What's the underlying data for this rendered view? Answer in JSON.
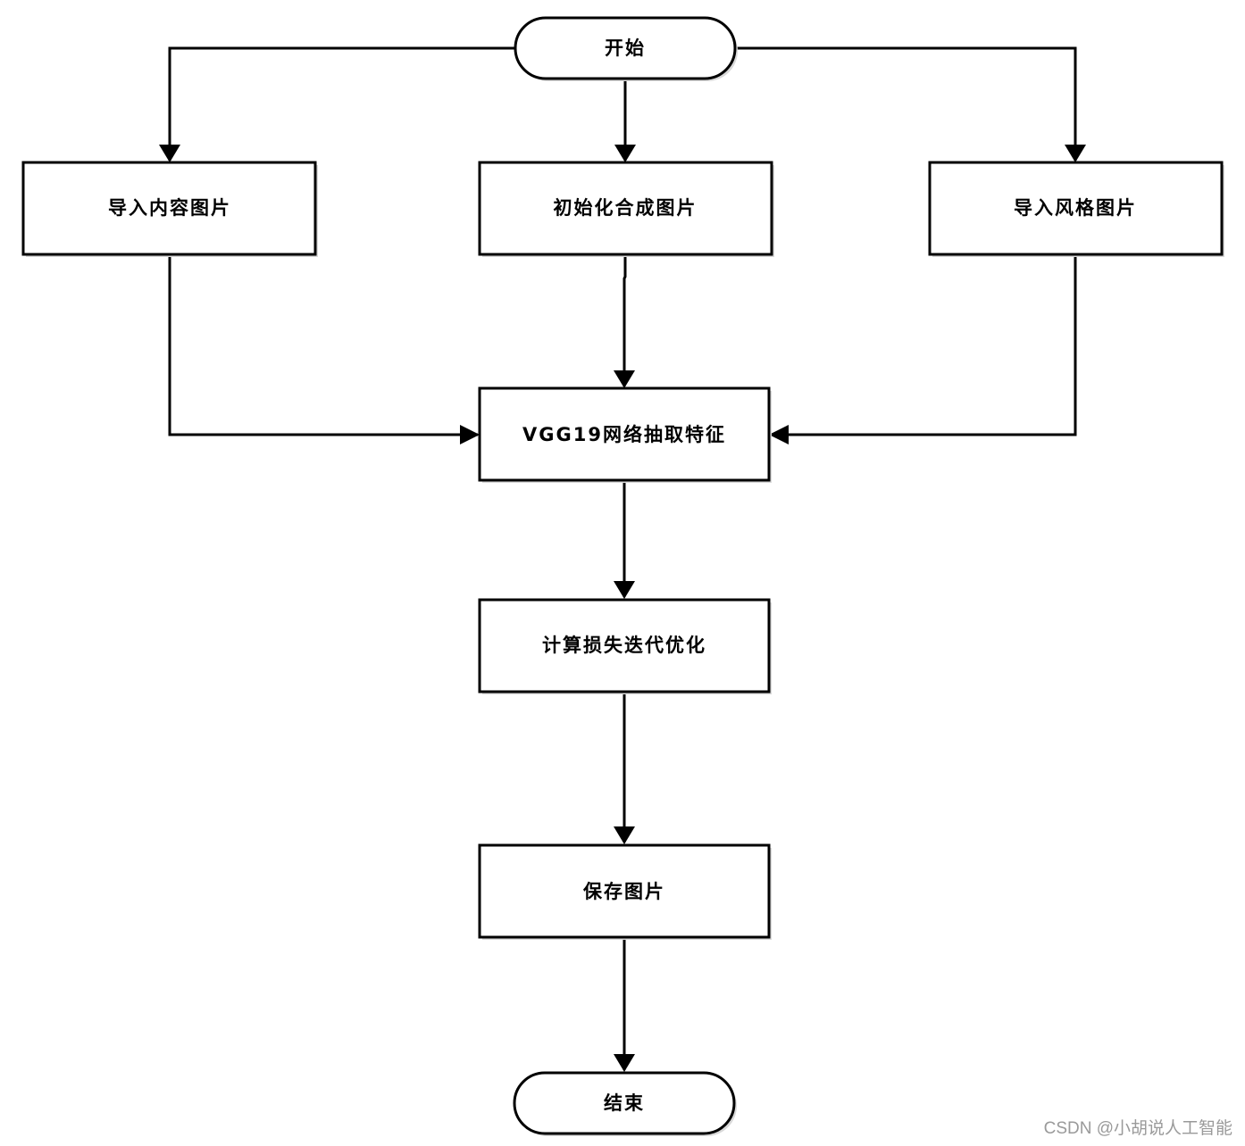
{
  "nodes": {
    "start": "开始",
    "import_content": "导入内容图片",
    "init_synth": "初始化合成图片",
    "import_style": "导入风格图片",
    "vgg": "VGG19网络抽取特征",
    "loss_opt": "计算损失迭代优化",
    "save": "保存图片",
    "end": "结束"
  },
  "edges": [
    {
      "from": "start",
      "to": "import_content"
    },
    {
      "from": "start",
      "to": "init_synth"
    },
    {
      "from": "start",
      "to": "import_style"
    },
    {
      "from": "import_content",
      "to": "vgg"
    },
    {
      "from": "init_synth",
      "to": "vgg"
    },
    {
      "from": "import_style",
      "to": "vgg"
    },
    {
      "from": "vgg",
      "to": "loss_opt"
    },
    {
      "from": "loss_opt",
      "to": "save"
    },
    {
      "from": "save",
      "to": "end"
    }
  ],
  "watermark": "CSDN @小胡说人工智能"
}
